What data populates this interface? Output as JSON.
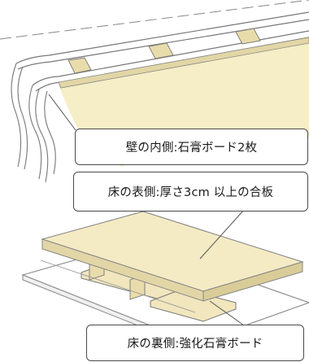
{
  "labels": {
    "wall_inner": "壁の内側:石膏ボード2枚",
    "floor_top": "床の表側:厚さ3cm 以上の合板",
    "floor_bottom": "床の裏側:強化石膏ボード"
  },
  "colors": {
    "board": "#f4ebc4",
    "board_edge": "#e2d6a6",
    "beam": "#e9dcab",
    "outline": "#777777",
    "leader_line": "#555555",
    "wall_face": "#f6eec6"
  }
}
